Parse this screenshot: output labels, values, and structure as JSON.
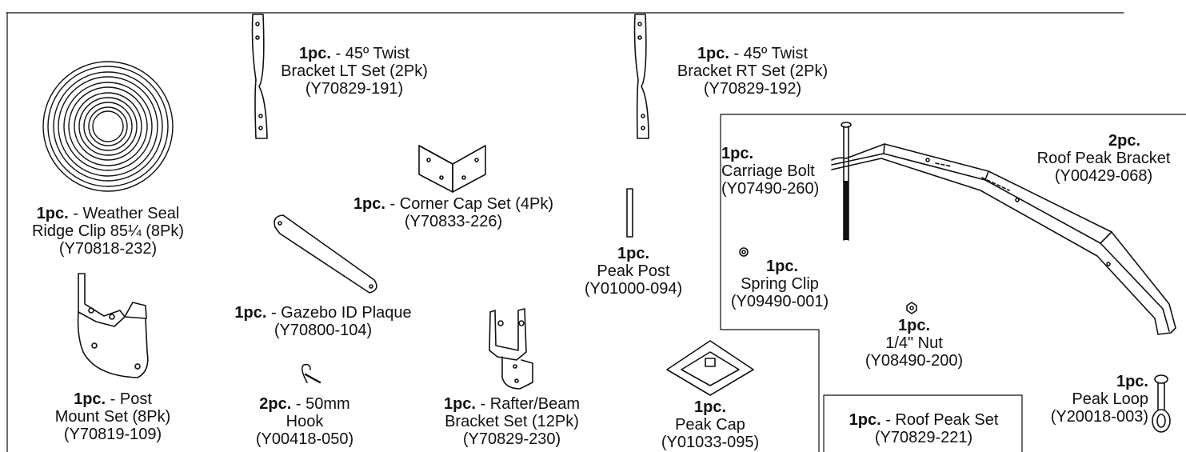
{
  "parts": [
    {
      "id": "weather-seal",
      "qty": "1pc.",
      "lines": [
        "- Weather Seal",
        "Ridge Clip 85¼ (8Pk)",
        "(Y70818-232)"
      ]
    },
    {
      "id": "twist-lt",
      "qty": "1pc.",
      "lines": [
        "- 45º Twist",
        "Bracket LT Set (2Pk)",
        "(Y70829-191)"
      ]
    },
    {
      "id": "twist-rt",
      "qty": "1pc.",
      "lines": [
        "- 45º Twist",
        "Bracket RT Set (2Pk)",
        "(Y70829-192)"
      ]
    },
    {
      "id": "corner-cap",
      "qty": "1pc.",
      "lines": [
        "- Corner Cap Set (4Pk)",
        "(Y70833-226)"
      ]
    },
    {
      "id": "peak-post",
      "qty": "1pc.",
      "lines": [
        "Peak Post",
        "(Y01000-094)"
      ]
    },
    {
      "id": "id-plaque",
      "qty": "1pc.",
      "lines": [
        "- Gazebo ID Plaque",
        "(Y70800-104)"
      ]
    },
    {
      "id": "post-mount",
      "qty": "1pc.",
      "lines": [
        "- Post",
        "Mount Set (8Pk)",
        "(Y70819-109)"
      ]
    },
    {
      "id": "hook",
      "qty": "2pc.",
      "lines": [
        "- 50mm",
        "Hook",
        "(Y00418-050)"
      ]
    },
    {
      "id": "rafter-bracket",
      "qty": "1pc.",
      "lines": [
        "- Rafter/Beam",
        "Bracket Set (12Pk)",
        "(Y70829-230)"
      ]
    },
    {
      "id": "peak-cap",
      "qty": "1pc.",
      "lines": [
        "Peak Cap",
        "(Y01033-095)"
      ]
    },
    {
      "id": "carriage-bolt",
      "qty": "1pc.",
      "lines": [
        "Carriage Bolt",
        "(Y07490-260)"
      ]
    },
    {
      "id": "spring-clip",
      "qty": "1pc.",
      "lines": [
        "Spring Clip",
        "(Y09490-001)"
      ]
    },
    {
      "id": "nut",
      "qty": "1pc.",
      "lines": [
        "1/4\" Nut",
        "(Y08490-200)"
      ]
    },
    {
      "id": "roof-peak-bracket",
      "qty": "2pc.",
      "lines": [
        "Roof Peak Bracket",
        "(Y00429-068)"
      ]
    },
    {
      "id": "roof-peak-set",
      "qty": "1pc.",
      "lines": [
        "- Roof Peak Set",
        "(Y70829-221)"
      ]
    },
    {
      "id": "peak-loop",
      "qty": "1pc.",
      "lines": [
        "Peak Loop",
        "(Y20018-003)"
      ]
    }
  ]
}
